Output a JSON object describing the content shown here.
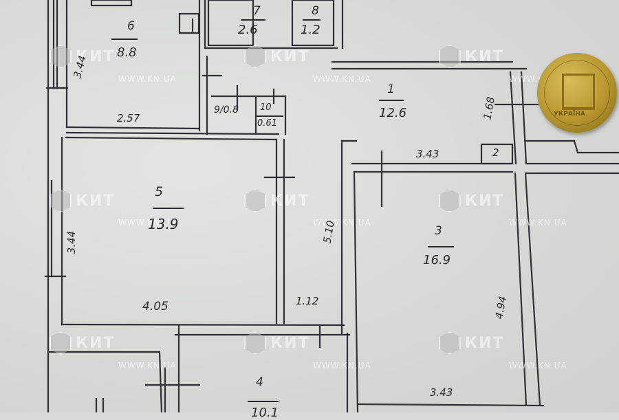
{
  "plan": {
    "rooms": [
      {
        "number": "1",
        "area": "12.6"
      },
      {
        "number": "2",
        "area": ""
      },
      {
        "number": "3",
        "area": "16.9"
      },
      {
        "number": "4",
        "area": "10.1"
      },
      {
        "number": "5",
        "area": "13.9"
      },
      {
        "number": "6",
        "area": "8.8"
      },
      {
        "number": "7",
        "area": "2.6"
      },
      {
        "number": "8",
        "area": "1.2"
      },
      {
        "number": "9",
        "area": "0.8"
      },
      {
        "number": "10",
        "area": "0.61"
      }
    ],
    "dimensions": {
      "room6_height": "3.44",
      "room6_width": "2.57",
      "room5_height": "3.44",
      "room5_width": "4.05",
      "corridor_length": "5.10",
      "corridor_width": "1.12",
      "room1_width": "3.43",
      "room1_depth": "1.68",
      "room3_height": "4.94",
      "room3_width": "3.43"
    },
    "room9_label": "9/0.8"
  },
  "watermark": {
    "brand": "КИТ",
    "url": "WWW.KN.UA"
  },
  "colors": {
    "paper": "#d9dbd8",
    "ink": "#2a2a2e",
    "coin": "#c4a23c"
  }
}
